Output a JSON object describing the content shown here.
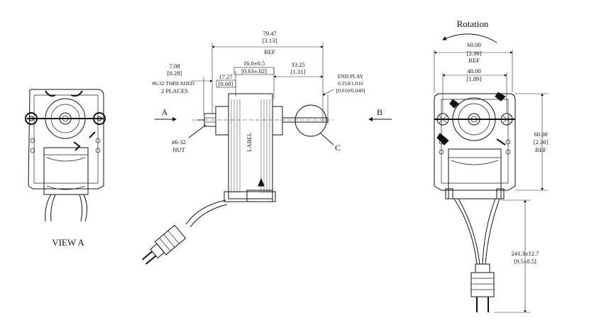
{
  "view_a": {
    "label": "VIEW A"
  },
  "side_view": {
    "overall": {
      "value": "79.47",
      "inch": "[3.13]",
      "note": "REF"
    },
    "thread_offset": {
      "value": "7.08",
      "inch": "[0.28]"
    },
    "threaded_note": {
      "line1": "#6-32 THREADED",
      "line2": "2 PLACES"
    },
    "stack_width": {
      "value": "17.27",
      "inch": "[0.68]"
    },
    "bracket_width": {
      "value": "16.0±0.5",
      "inch": "[0.63±.02]"
    },
    "shaft_length": {
      "value": "33.25",
      "inch": "[1.31]"
    },
    "end_play": {
      "line1": "END PLAY",
      "line2": "0.254/1.016",
      "line3": "[0.010/0.040]"
    },
    "nut_label": {
      "line1": "#6-32",
      "line2": "NUT"
    },
    "arrow_a": "A",
    "arrow_b": "B",
    "detail_c": "C",
    "coil_label": "LABEL"
  },
  "end_view": {
    "rotation": "Rotation",
    "width": {
      "value": "60.00",
      "inch": "[2.36]",
      "note": "REF"
    },
    "mount_spacing": {
      "value": "48.00",
      "inch": "[1.89]"
    },
    "height": {
      "value": "60.00",
      "inch": "[2.36]",
      "note": "REF"
    },
    "cord_length": {
      "value": "241.3±12.7",
      "inch": "[9.5±0.5]"
    }
  }
}
